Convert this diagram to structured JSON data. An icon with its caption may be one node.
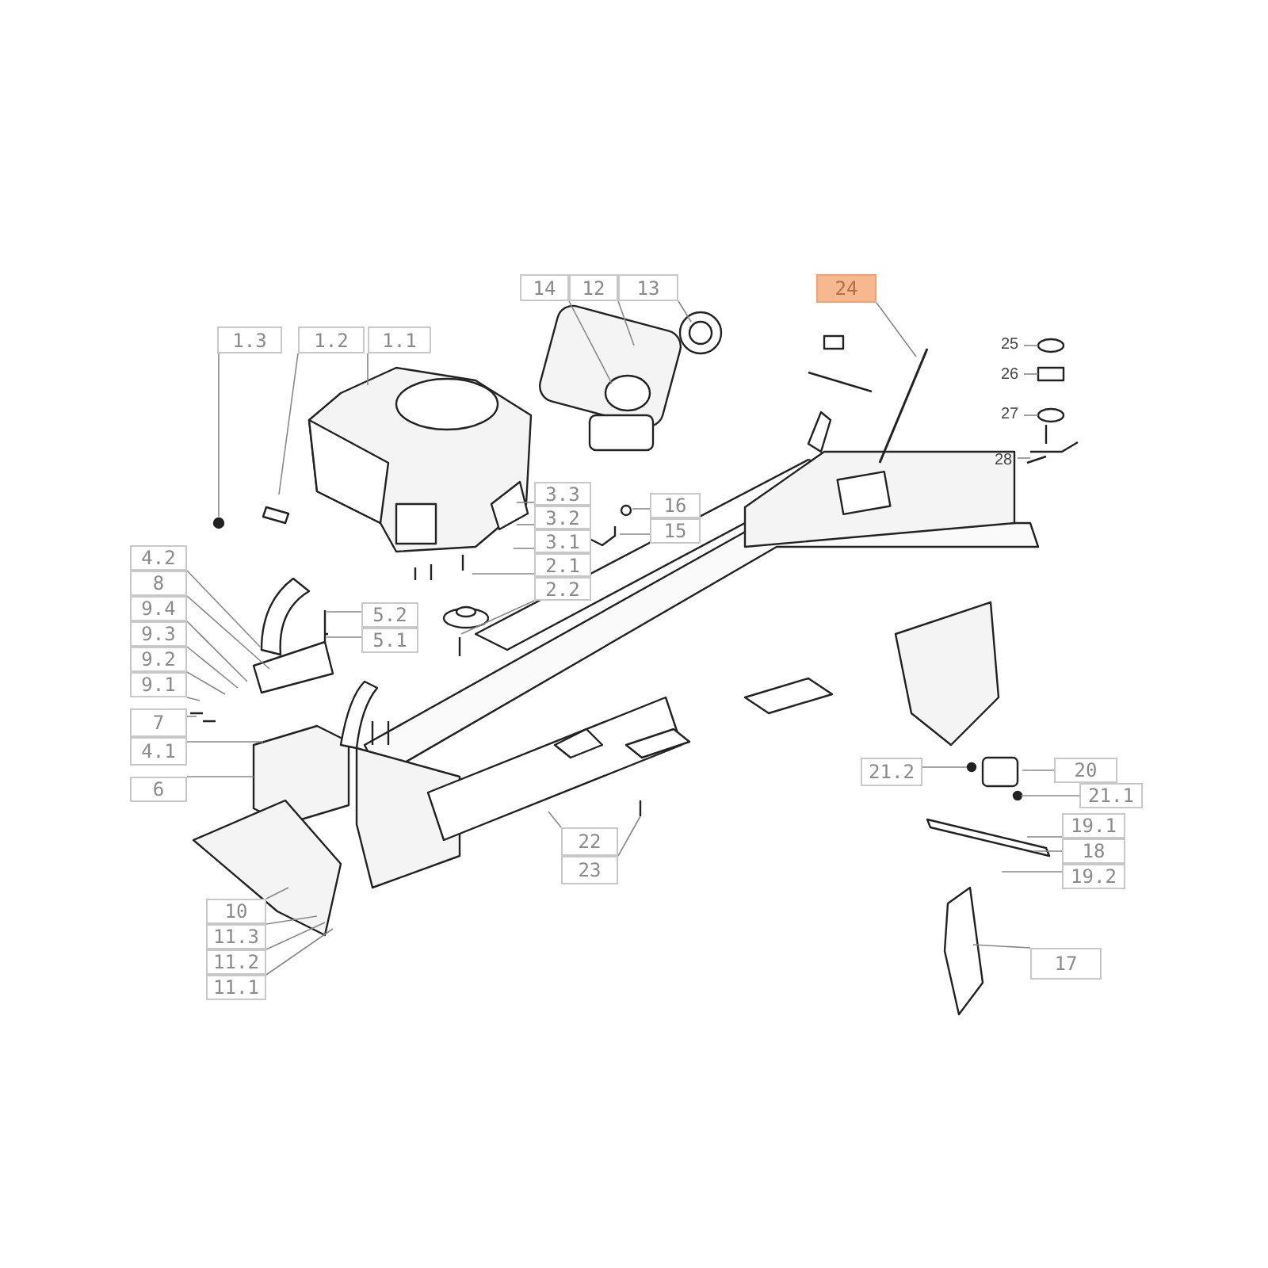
{
  "diagram": {
    "nodes": [
      {
        "text": [
          "1.3"
        ]
      },
      {
        "text": [
          "1.2"
        ]
      },
      {
        "text": [
          "1.1"
        ]
      },
      {
        "text": [
          "14"
        ]
      },
      {
        "text": [
          "12"
        ]
      },
      {
        "text": [
          "13"
        ]
      },
      {
        "text": [
          "24"
        ]
      },
      {
        "text": [
          "25"
        ]
      },
      {
        "text": [
          "26"
        ]
      },
      {
        "text": [
          "27"
        ]
      },
      {
        "text": [
          "28"
        ]
      },
      {
        "text": [
          "16"
        ]
      },
      {
        "text": [
          "3.3"
        ]
      },
      {
        "text": [
          "15"
        ]
      },
      {
        "text": [
          "3.2"
        ]
      },
      {
        "text": [
          "3.1"
        ]
      },
      {
        "text": [
          "4.2"
        ]
      },
      {
        "text": [
          "2.1"
        ]
      },
      {
        "text": [
          "8"
        ]
      },
      {
        "text": [
          "2.2"
        ]
      },
      {
        "text": [
          "9.4"
        ]
      },
      {
        "text": [
          "5.2"
        ]
      },
      {
        "text": [
          "9.3"
        ]
      },
      {
        "text": [
          "5.1"
        ]
      },
      {
        "text": [
          "9.2"
        ]
      },
      {
        "text": [
          "9.1"
        ]
      },
      {
        "text": [
          "7"
        ]
      },
      {
        "text": [
          "4.1"
        ]
      },
      {
        "text": [
          "21.2"
        ]
      },
      {
        "text": [
          "20"
        ]
      },
      {
        "text": [
          "6"
        ]
      },
      {
        "text": [
          "21.1"
        ]
      },
      {
        "text": [
          "19.1"
        ]
      },
      {
        "text": [
          "22"
        ]
      },
      {
        "text": [
          "18"
        ]
      },
      {
        "text": [
          "23"
        ]
      },
      {
        "text": [
          "19.2"
        ]
      },
      {
        "text": [
          "10"
        ]
      },
      {
        "text": [
          "11.3"
        ]
      },
      {
        "text": [
          "11.2"
        ]
      },
      {
        "text": [
          "17"
        ]
      },
      {
        "text": [
          "11.1"
        ]
      }
    ],
    "edges": [
      {
        "from": 0,
        "to": null,
        "arrow": "none"
      },
      {
        "from": 1,
        "to": null,
        "arrow": "none"
      },
      {
        "from": 2,
        "to": null,
        "arrow": "none"
      },
      {
        "from": 3,
        "to": null,
        "arrow": "none"
      },
      {
        "from": 4,
        "to": null,
        "arrow": "none"
      },
      {
        "from": 5,
        "to": null,
        "arrow": "none"
      },
      {
        "from": 6,
        "to": null,
        "arrow": "none"
      },
      {
        "from": 7,
        "to": null,
        "arrow": "none"
      },
      {
        "from": 8,
        "to": null,
        "arrow": "none"
      },
      {
        "from": 9,
        "to": null,
        "arrow": "none"
      },
      {
        "from": 10,
        "to": null,
        "arrow": "none"
      },
      {
        "from": 11,
        "to": null,
        "arrow": "none"
      },
      {
        "from": 12,
        "to": null,
        "arrow": "none"
      },
      {
        "from": 13,
        "to": null,
        "arrow": "none"
      },
      {
        "from": 14,
        "to": null,
        "arrow": "none"
      },
      {
        "from": 15,
        "to": null,
        "arrow": "none"
      },
      {
        "from": 16,
        "to": null,
        "arrow": "none"
      },
      {
        "from": 17,
        "to": null,
        "arrow": "none"
      },
      {
        "from": 18,
        "to": null,
        "arrow": "none"
      },
      {
        "from": 19,
        "to": null,
        "arrow": "none"
      },
      {
        "from": 20,
        "to": null,
        "arrow": "none"
      },
      {
        "from": 21,
        "to": null,
        "arrow": "none"
      },
      {
        "from": 22,
        "to": null,
        "arrow": "none"
      },
      {
        "from": 23,
        "to": null,
        "arrow": "none"
      },
      {
        "from": 24,
        "to": null,
        "arrow": "none"
      },
      {
        "from": 25,
        "to": null,
        "arrow": "none"
      },
      {
        "from": 26,
        "to": null,
        "arrow": "none"
      },
      {
        "from": 27,
        "to": null,
        "arrow": "none"
      },
      {
        "from": 28,
        "to": null,
        "arrow": "none"
      },
      {
        "from": 29,
        "to": null,
        "arrow": "none"
      },
      {
        "from": 30,
        "to": null,
        "arrow": "none"
      },
      {
        "from": 31,
        "to": null,
        "arrow": "none"
      },
      {
        "from": 32,
        "to": null,
        "arrow": "none"
      },
      {
        "from": 33,
        "to": null,
        "arrow": "none"
      },
      {
        "from": 34,
        "to": null,
        "arrow": "none"
      },
      {
        "from": 35,
        "to": null,
        "arrow": "none"
      },
      {
        "from": 36,
        "to": null,
        "arrow": "none"
      },
      {
        "from": 37,
        "to": null,
        "arrow": "none"
      },
      {
        "from": 38,
        "to": null,
        "arrow": "none"
      },
      {
        "from": 39,
        "to": null,
        "arrow": "none"
      },
      {
        "from": 40,
        "to": null,
        "arrow": "none"
      },
      {
        "from": 41,
        "to": null,
        "arrow": "none"
      }
    ]
  }
}
